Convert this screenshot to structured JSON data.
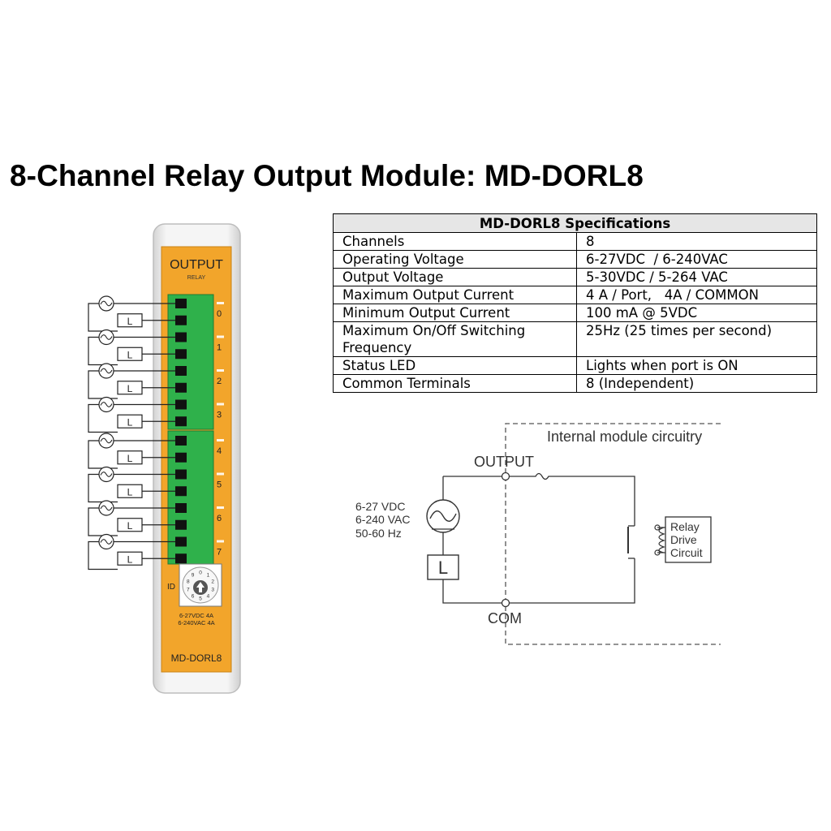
{
  "title": "8-Channel Relay Output Module: MD-DORL8",
  "module": {
    "label_output": "OUTPUT",
    "label_relay": "RELAY",
    "channels": [
      "0",
      "1",
      "2",
      "3",
      "4",
      "5",
      "6",
      "7"
    ],
    "id_label": "ID",
    "dial_digits": [
      "0",
      "1",
      "2",
      "3",
      "4",
      "5",
      "6",
      "7",
      "8",
      "9"
    ],
    "rating_line1": "6-27VDC 4A",
    "rating_line2": "6-240VAC 4A",
    "model": "MD-DORL8",
    "load_symbol": "L",
    "colors": {
      "body": "#f2a52b",
      "terminal": "#2fb14b",
      "case": "#ececec"
    }
  },
  "specs": {
    "header": "MD-DORL8 Specifications",
    "rows": [
      {
        "name": "Channels",
        "value": "8"
      },
      {
        "name": "Operating Voltage",
        "value": "6-27VDC  / 6-240VAC"
      },
      {
        "name": "Output Voltage",
        "value": "5-30VDC / 5-264 VAC"
      },
      {
        "name": "Maximum Output Current",
        "value": "4 A / Port,   4A / COMMON"
      },
      {
        "name": "Minimum Output Current",
        "value": "100 mA @ 5VDC"
      },
      {
        "name": "Maximum On/Off Switching Frequency",
        "value": "25Hz (25 times per second)"
      },
      {
        "name": "Status LED",
        "value": "Lights when port is ON"
      },
      {
        "name": "Common Terminals",
        "value": "8 (Independent)"
      }
    ]
  },
  "circuit": {
    "internal_label": "Internal module circuitry",
    "output_label": "OUTPUT",
    "com_label": "COM",
    "source_line1": "6-27 VDC",
    "source_line2": "6-240 VAC",
    "source_line3": "50-60 Hz",
    "load_label": "L",
    "relay_line1": "Relay",
    "relay_line2": "Drive",
    "relay_line3": "Circuit"
  }
}
